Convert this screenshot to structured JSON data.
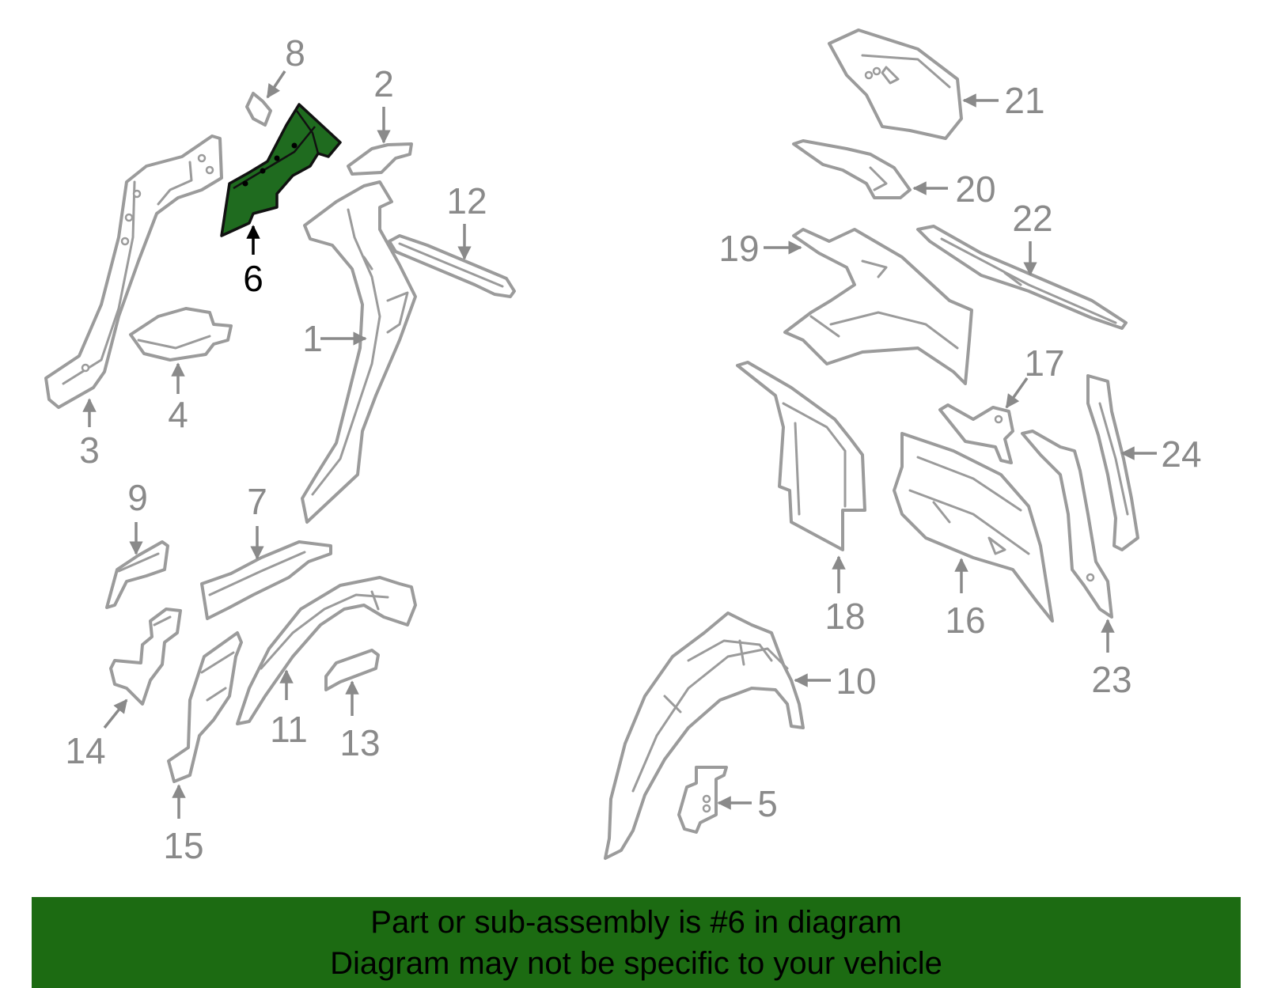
{
  "diagram": {
    "highlighted_part": "6",
    "colors": {
      "highlight_fill": "#1f6b1f",
      "part_outline": "#9b9b9b",
      "label_gray": "#8a8a8a",
      "highlight_label": "#000000",
      "banner_background": "#1c6b12"
    },
    "callouts": {
      "p1": "1",
      "p2": "2",
      "p3": "3",
      "p4": "4",
      "p5": "5",
      "p6": "6",
      "p7": "7",
      "p8": "8",
      "p9": "9",
      "p10": "10",
      "p11": "11",
      "p12": "12",
      "p13": "13",
      "p14": "14",
      "p15": "15",
      "p16": "16",
      "p17": "17",
      "p18": "18",
      "p19": "19",
      "p20": "20",
      "p21": "21",
      "p22": "22",
      "p23": "23",
      "p24": "24"
    }
  },
  "banner": {
    "line1": "Part or sub-assembly is #6 in diagram",
    "line2": "Diagram may not be specific to your vehicle"
  }
}
